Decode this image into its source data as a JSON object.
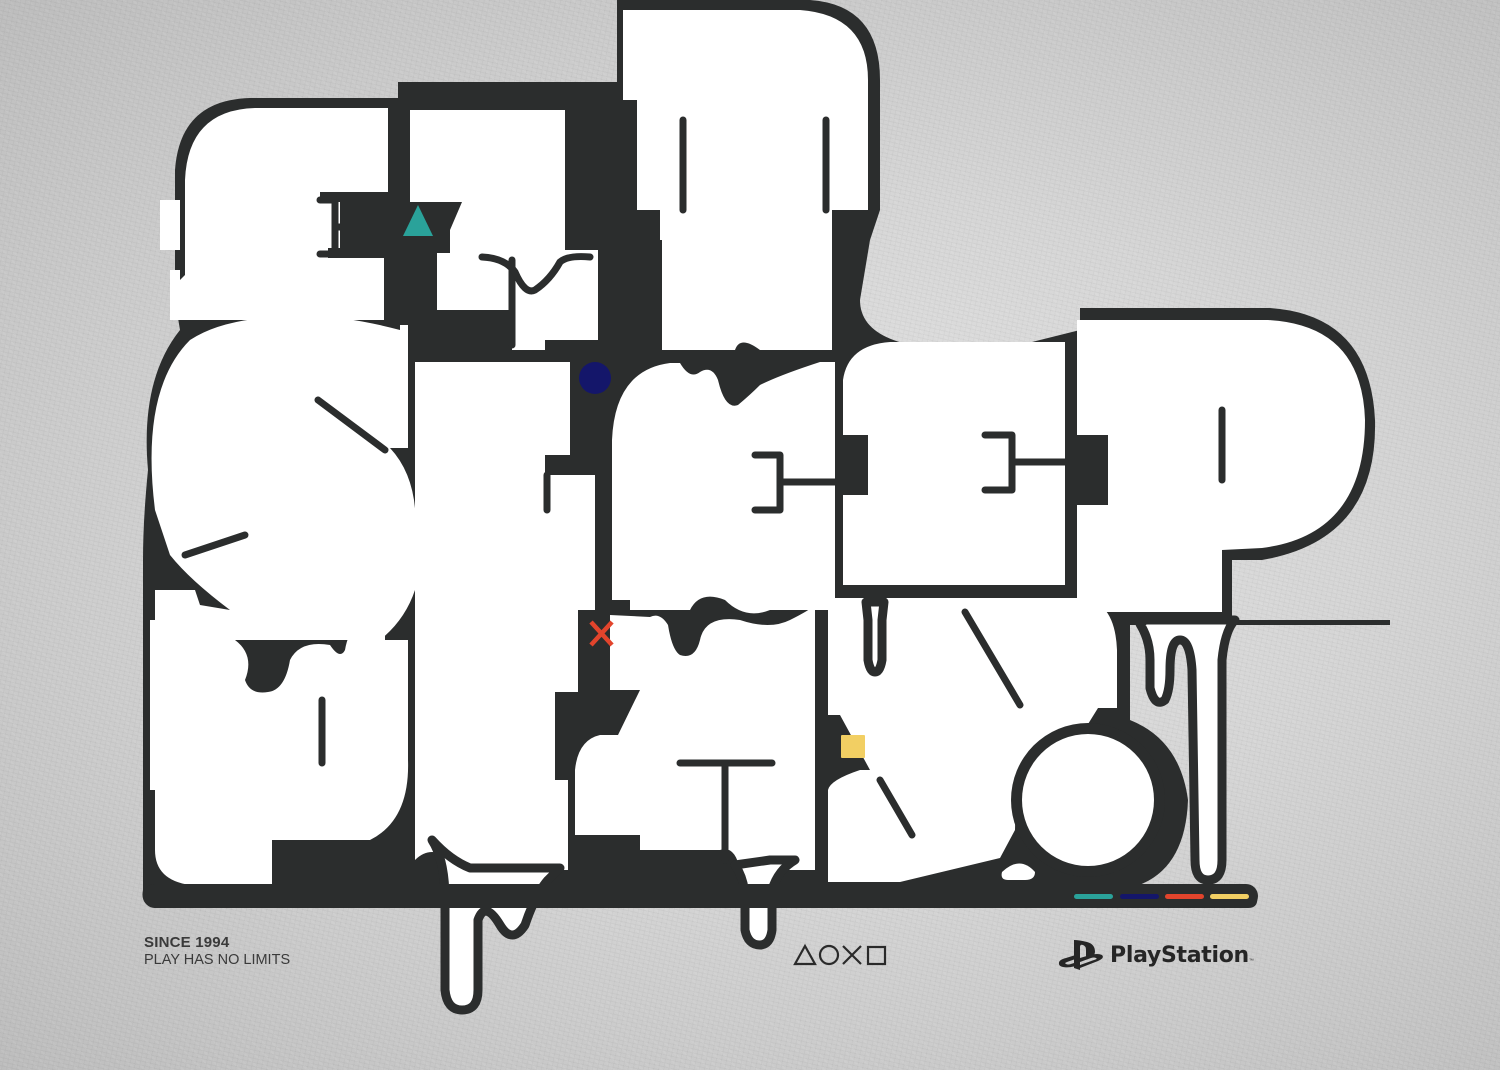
{
  "poster": {
    "headline_words": [
      "EAT",
      "SLEEP",
      "PLAY."
    ],
    "tagline": {
      "line1": "SINCE 1994",
      "line2": "PLAY HAS NO LIMITS"
    },
    "brand": {
      "wordmark": "PlayStation",
      "trademark": "™",
      "logo_icon": "playstation-logo-icon",
      "shapes_icon": "playstation-shapes-icon"
    },
    "button_symbols": [
      {
        "name": "triangle",
        "color": "#2aa29a"
      },
      {
        "name": "circle",
        "color": "#14166a"
      },
      {
        "name": "cross",
        "color": "#e2442c"
      },
      {
        "name": "square",
        "color": "#f2cf63"
      }
    ],
    "color_stripe": [
      "#2aa29a",
      "#14166a",
      "#e2442c",
      "#f2cf63"
    ],
    "colors": {
      "outline": "#2b2d2d",
      "fill": "#ffffff",
      "background": "#d4d4d4",
      "text": "#3a3a3a"
    }
  }
}
